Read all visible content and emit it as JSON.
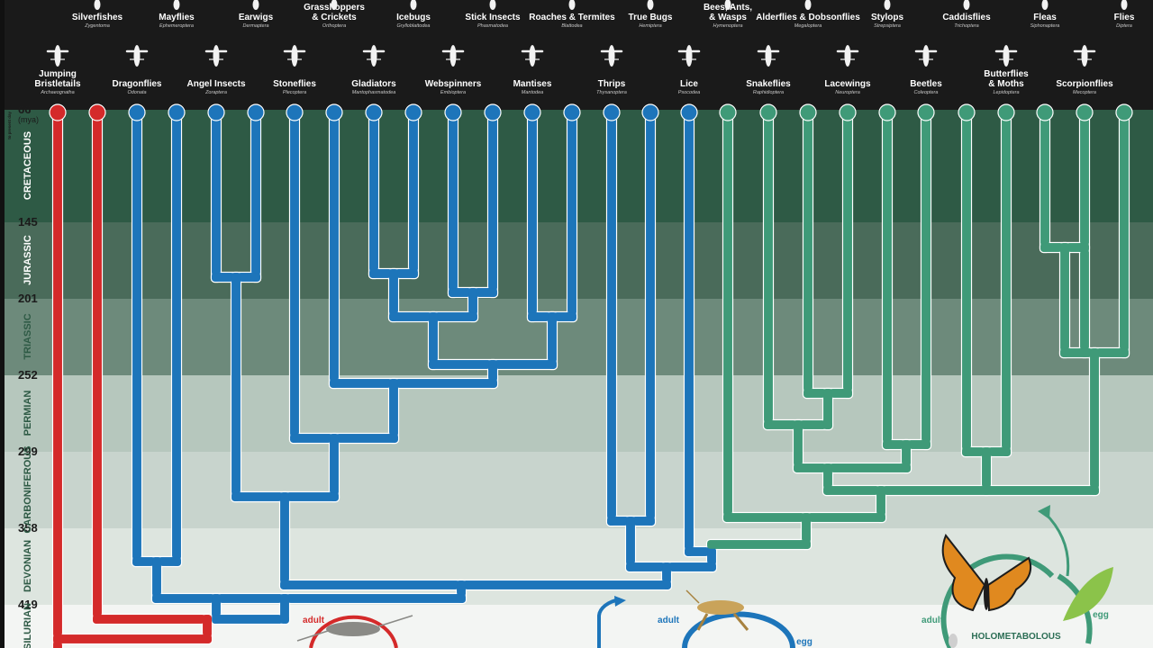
{
  "axis": {
    "unit": "(mya)",
    "side_note": "to present day",
    "ticks": [
      "66",
      "145",
      "201",
      "252",
      "299",
      "358",
      "419"
    ]
  },
  "periods": [
    "CRETACEOUS",
    "JURASSIC",
    "TRIASSIC",
    "PERMIAN",
    "CARBONIFEROUS",
    "DEVONIAN",
    "SILURIAN"
  ],
  "colors": {
    "header": "#1a1a1a",
    "cretaceous": "#2e5a45",
    "jurassic": "#4a6b5a",
    "triassic": "#6d8a7b",
    "permian": "#b6c7bd",
    "carboniferous": "#c8d4cd",
    "devonian": "#dde5df",
    "silurian": "#f3f5f3",
    "apterygote": "#d42a2a",
    "hemimetabolous": "#1d75ba",
    "holometabolous": "#3f9a78"
  },
  "taxa": [
    {
      "name": "Jumping\nBristletails",
      "sci": "Archaeognatha",
      "group": "red"
    },
    {
      "name": "Silverfishes",
      "sci": "Zygentoma",
      "group": "red"
    },
    {
      "name": "Dragonflies",
      "sci": "Odonata",
      "group": "blue"
    },
    {
      "name": "Mayflies",
      "sci": "Ephemeroptera",
      "group": "blue"
    },
    {
      "name": "Angel Insects",
      "sci": "Zoraptera",
      "group": "blue"
    },
    {
      "name": "Earwigs",
      "sci": "Dermaptera",
      "group": "blue"
    },
    {
      "name": "Stoneflies",
      "sci": "Plecoptera",
      "group": "blue"
    },
    {
      "name": "Grasshoppers\n& Crickets",
      "sci": "Orthoptera",
      "group": "blue"
    },
    {
      "name": "Gladiators",
      "sci": "Mantophasmatodea",
      "group": "blue"
    },
    {
      "name": "Icebugs",
      "sci": "Grylloblattodea",
      "group": "blue"
    },
    {
      "name": "Webspinners",
      "sci": "Embioptera",
      "group": "blue"
    },
    {
      "name": "Stick Insects",
      "sci": "Phasmatodea",
      "group": "blue"
    },
    {
      "name": "Mantises",
      "sci": "Mantodea",
      "group": "blue"
    },
    {
      "name": "Roaches & Termites",
      "sci": "Blattodea",
      "group": "blue"
    },
    {
      "name": "Thrips",
      "sci": "Thysanoptera",
      "group": "blue"
    },
    {
      "name": "True Bugs",
      "sci": "Hemiptera",
      "group": "blue"
    },
    {
      "name": "Lice",
      "sci": "Psocodea",
      "group": "blue"
    },
    {
      "name": "Bees, Ants,\n& Wasps",
      "sci": "Hymenoptera",
      "group": "green"
    },
    {
      "name": "Snakeflies",
      "sci": "Raphidioptera",
      "group": "green"
    },
    {
      "name": "Alderflies & Dobsonflies",
      "sci": "Megaloptera",
      "group": "green"
    },
    {
      "name": "Lacewings",
      "sci": "Neuroptera",
      "group": "green"
    },
    {
      "name": "Stylops",
      "sci": "Strepsiptera",
      "group": "green"
    },
    {
      "name": "Beetles",
      "sci": "Coleoptera",
      "group": "green"
    },
    {
      "name": "Caddisflies",
      "sci": "Trichoptera",
      "group": "green"
    },
    {
      "name": "Butterflies\n& Moths",
      "sci": "Lepidoptera",
      "group": "green"
    },
    {
      "name": "Fleas",
      "sci": "Siphonaptera",
      "group": "green"
    },
    {
      "name": "Scorpionflies",
      "sci": "Mecoptera",
      "group": "green"
    },
    {
      "name": "Flies",
      "sci": "Diptera",
      "group": "green"
    }
  ],
  "cycles": {
    "ametabolous_adult": "adult",
    "hemi_adult": "adult",
    "hemi_egg": "egg",
    "holo_adult": "adult",
    "holo_egg": "egg",
    "holo_title": "HOLOMETABOLOUS"
  }
}
